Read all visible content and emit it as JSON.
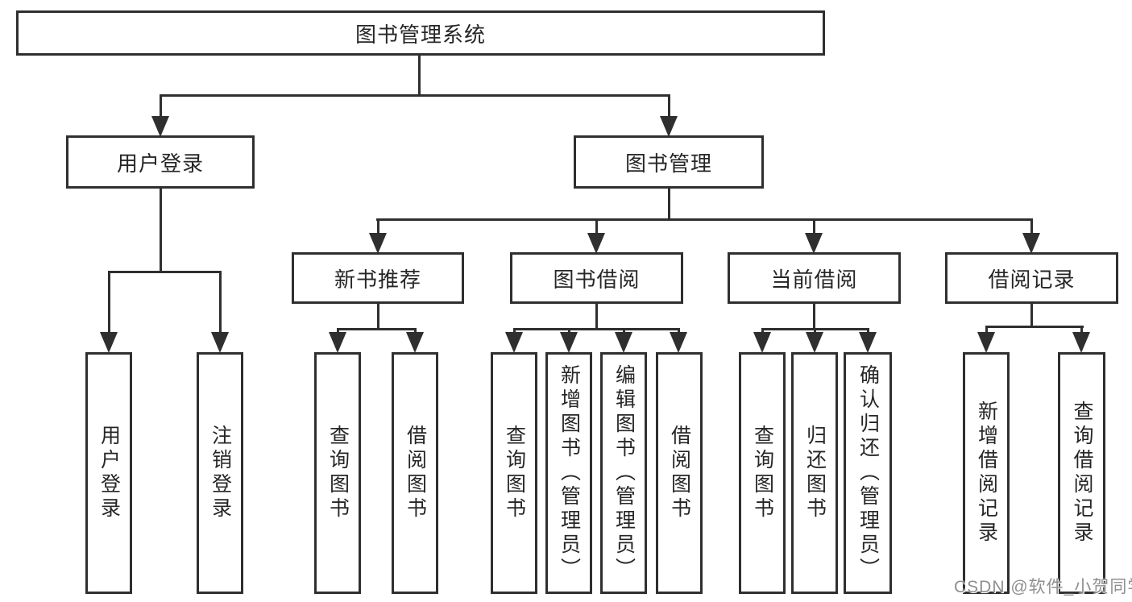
{
  "diagram_title": "图书管理系统",
  "tree": {
    "root": {
      "label": "图书管理系统"
    },
    "level2": [
      {
        "label": "用户登录",
        "children": [
          {
            "label": "用户登录"
          },
          {
            "label": "注销登录"
          }
        ]
      },
      {
        "label": "图书管理",
        "children": [
          {
            "label": "新书推荐",
            "children": [
              {
                "label": "查询图书"
              },
              {
                "label": "借阅图书"
              }
            ]
          },
          {
            "label": "图书借阅",
            "children": [
              {
                "label": "查询图书"
              },
              {
                "label": "新增图书（管理员）"
              },
              {
                "label": "编辑图书（管理员）"
              },
              {
                "label": "借阅图书"
              }
            ]
          },
          {
            "label": "当前借阅",
            "children": [
              {
                "label": "查询图书"
              },
              {
                "label": "归还图书"
              },
              {
                "label": "确认归还（管理员）"
              }
            ]
          },
          {
            "label": "借阅记录",
            "children": [
              {
                "label": "新增借阅记录"
              },
              {
                "label": "查询借阅记录"
              }
            ]
          }
        ]
      }
    ]
  },
  "watermark": {
    "text": "CSDN @软件_小贺同学"
  },
  "colors": {
    "line": "#2f2f2f",
    "box_border": "#2f2f2f",
    "box_fill": "#ffffff",
    "text": "#262626",
    "watermark": "#8f8f8f",
    "background": "#ffffff"
  }
}
